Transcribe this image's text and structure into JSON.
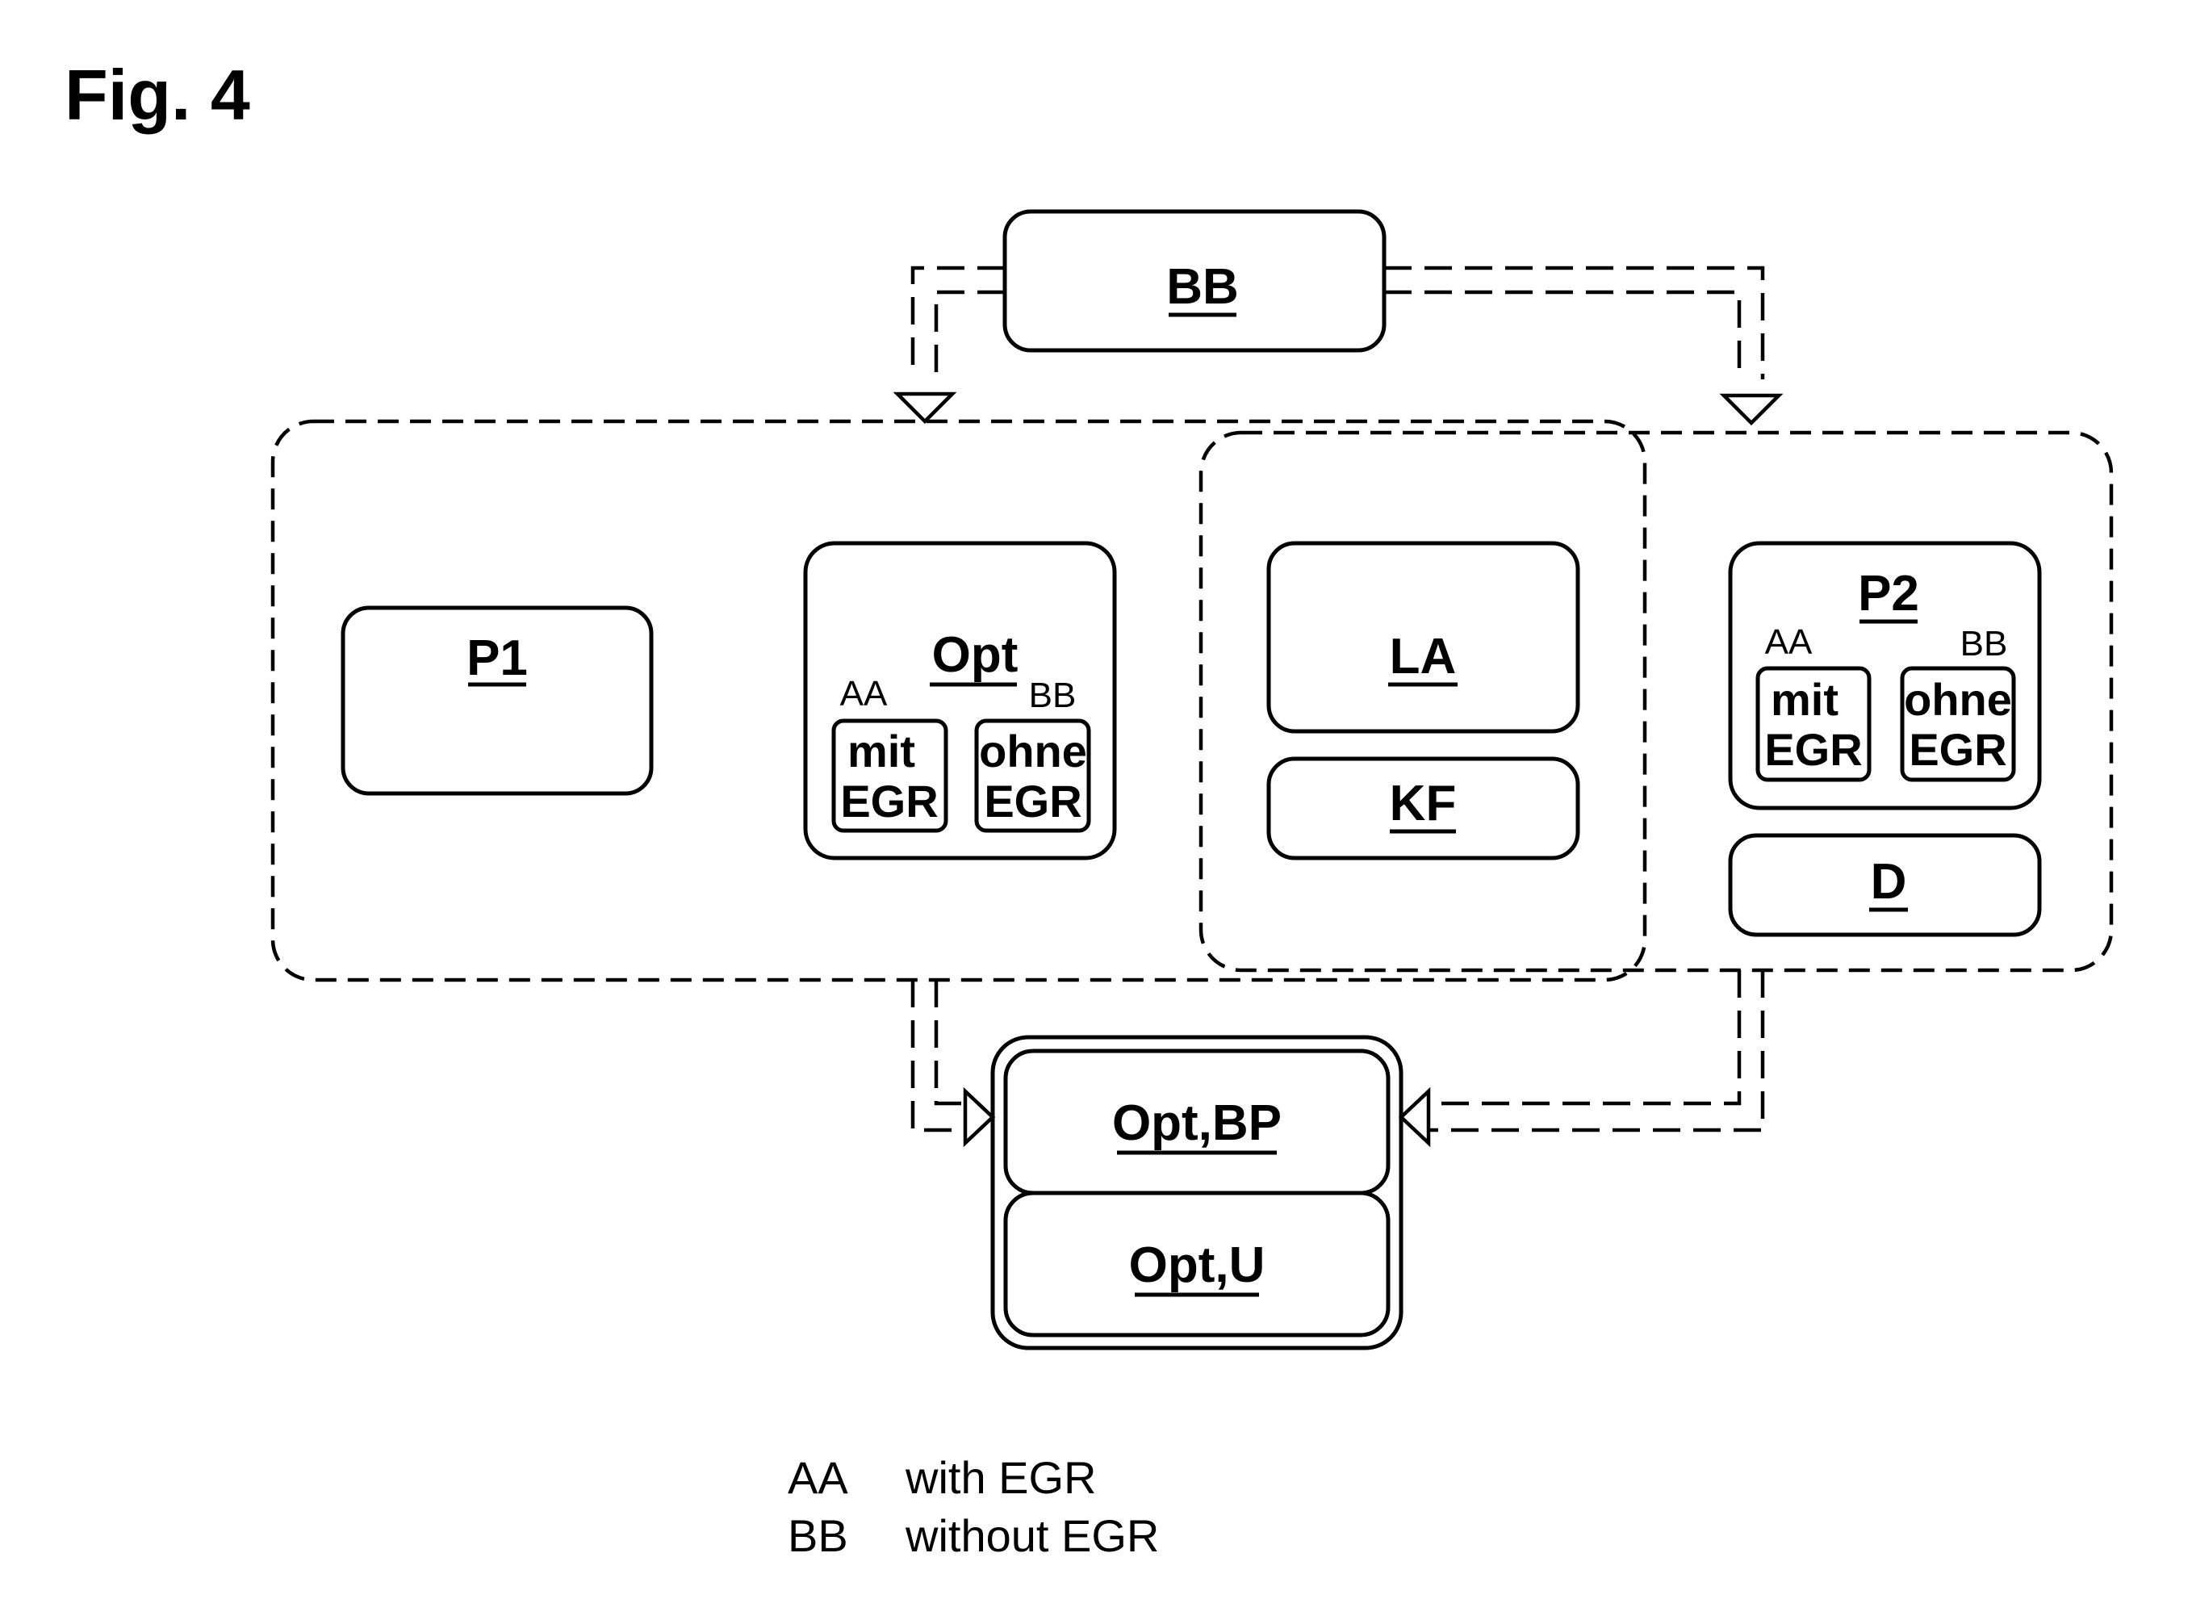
{
  "figure": {
    "title": "Fig. 4"
  },
  "boxes": {
    "bb": "BB",
    "p1": "P1",
    "opt": {
      "title": "Opt",
      "aa_tag": "AA",
      "bb_tag": "BB",
      "mit": {
        "line1": "mit",
        "line2": "EGR"
      },
      "ohne": {
        "line1": "ohne",
        "line2": "EGR"
      }
    },
    "la": "LA",
    "kf": "KF",
    "p2": {
      "title": "P2",
      "aa_tag": "AA",
      "bb_tag": "BB",
      "mit": {
        "line1": "mit",
        "line2": "EGR"
      },
      "ohne": {
        "line1": "ohne",
        "line2": "EGR"
      }
    },
    "d": "D",
    "opt_bp": "Opt,BP",
    "opt_u": "Opt,U"
  },
  "legend": [
    {
      "code": "AA",
      "text": "with EGR"
    },
    {
      "code": "BB",
      "text": "without EGR"
    }
  ]
}
